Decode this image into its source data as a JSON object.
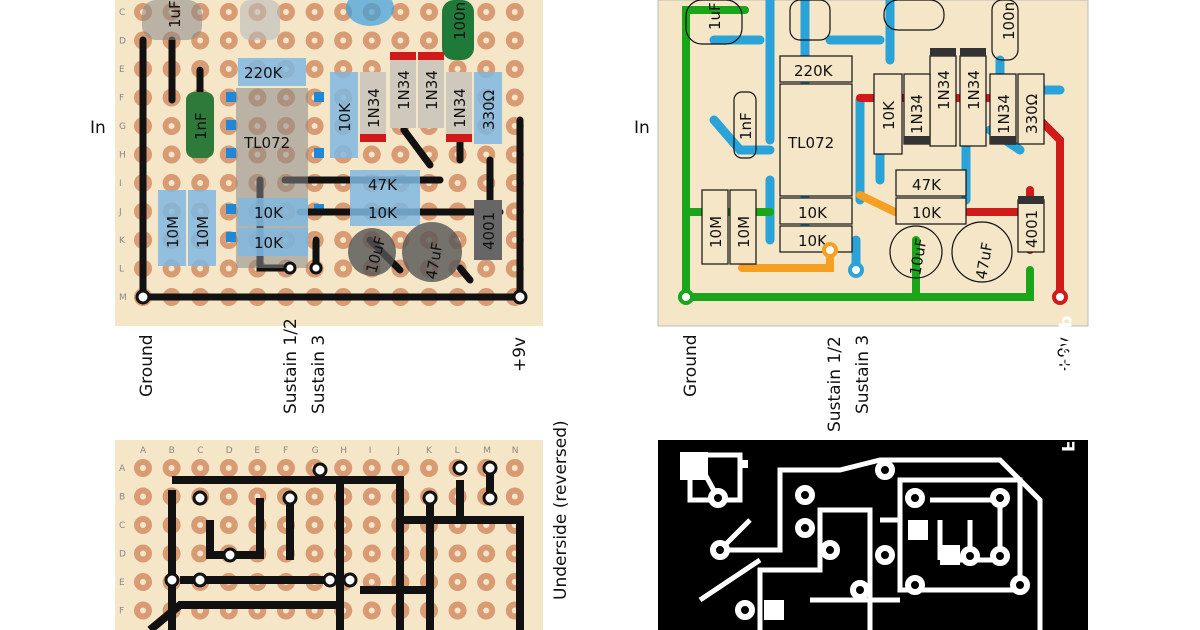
{
  "panels": {
    "topLeft": {
      "rowLetters": [
        "C",
        "D",
        "E",
        "F",
        "G",
        "H",
        "I",
        "J",
        "K",
        "L",
        "M"
      ],
      "labels": {
        "in": "In",
        "ground": "Ground",
        "sustain12": "Sustain 1/2",
        "sustain3": "Sustain 3",
        "v9": "+9v"
      },
      "components": {
        "c1": "1uF",
        "c2": "100n",
        "ic": "TL072",
        "r220k": "220K",
        "c1nf": "1nF",
        "r10k_a": "10K",
        "d1": "1N34",
        "d2": "1N34",
        "d3": "1N34",
        "d4": "1N34",
        "r330": "330Ω",
        "r47k": "47K",
        "r10k_b": "10K",
        "r10k_c": "10K",
        "r10k_d": "10K",
        "r10m_a": "10M",
        "r10m_b": "10M",
        "c10uf": "10uF",
        "c47uf": "47uF",
        "d4001": "4001"
      }
    },
    "topRight": {
      "labels": {
        "in": "In",
        "ground": "Ground",
        "sustain12": "Sustain 1/2",
        "sustain3": "Sustain 3",
        "v9": "+9v"
      },
      "components": {
        "c1": "1uF",
        "c2": "100n",
        "ic": "TL072",
        "r220k": "220K",
        "c1nf": "1nF",
        "r10k_a": "10K",
        "d1": "1N34",
        "d2": "1N34",
        "d3": "1N34",
        "d4": "1N34",
        "r330": "330Ω",
        "r47k": "47K",
        "r10k_b": "10K",
        "r10k_c": "10K",
        "r10k_d": "10K",
        "r10m_a": "10M",
        "r10m_b": "10M",
        "c10uf": "10uF",
        "c47uf": "47uF",
        "d4001": "4001"
      }
    },
    "bottomLeft": {
      "colLetters": [
        "A",
        "B",
        "C",
        "D",
        "E",
        "F",
        "G",
        "H",
        "I",
        "J",
        "K",
        "L",
        "M",
        "N"
      ],
      "rowLetters": [
        "A",
        "B",
        "C",
        "D",
        "E",
        "F"
      ],
      "underside": "Underside (reversed)"
    },
    "bottomRight": {
      "mirroredText": "Fuzzrite Comp"
    }
  },
  "colors": {
    "board": "#f5e6c8",
    "pad": "#d89b73",
    "trace": "#111111",
    "blue": "#2aa3d8",
    "green": "#1aa51a",
    "red": "#d11a1a",
    "orange": "#f5a023"
  }
}
